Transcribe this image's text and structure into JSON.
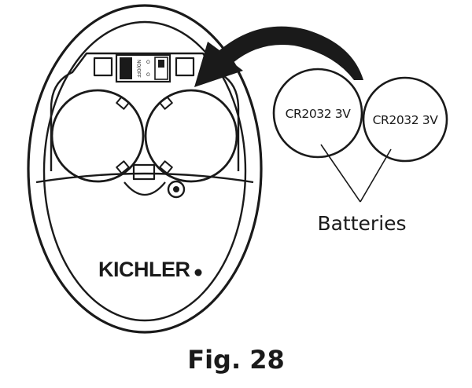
{
  "remote": {
    "brand": "KICHLER",
    "switch_left_label": "NO/OFF",
    "switch_right_label": "ON",
    "switch_mark_top": "O",
    "switch_mark_bottom": "O"
  },
  "batteries": [
    {
      "label": "CR2032 3V"
    },
    {
      "label": "CR2032 3V"
    }
  ],
  "callout": {
    "label": "Batteries"
  },
  "caption": {
    "text": "Fig. 28"
  },
  "colors": {
    "line": "#1a1a1a",
    "background": "#ffffff"
  }
}
